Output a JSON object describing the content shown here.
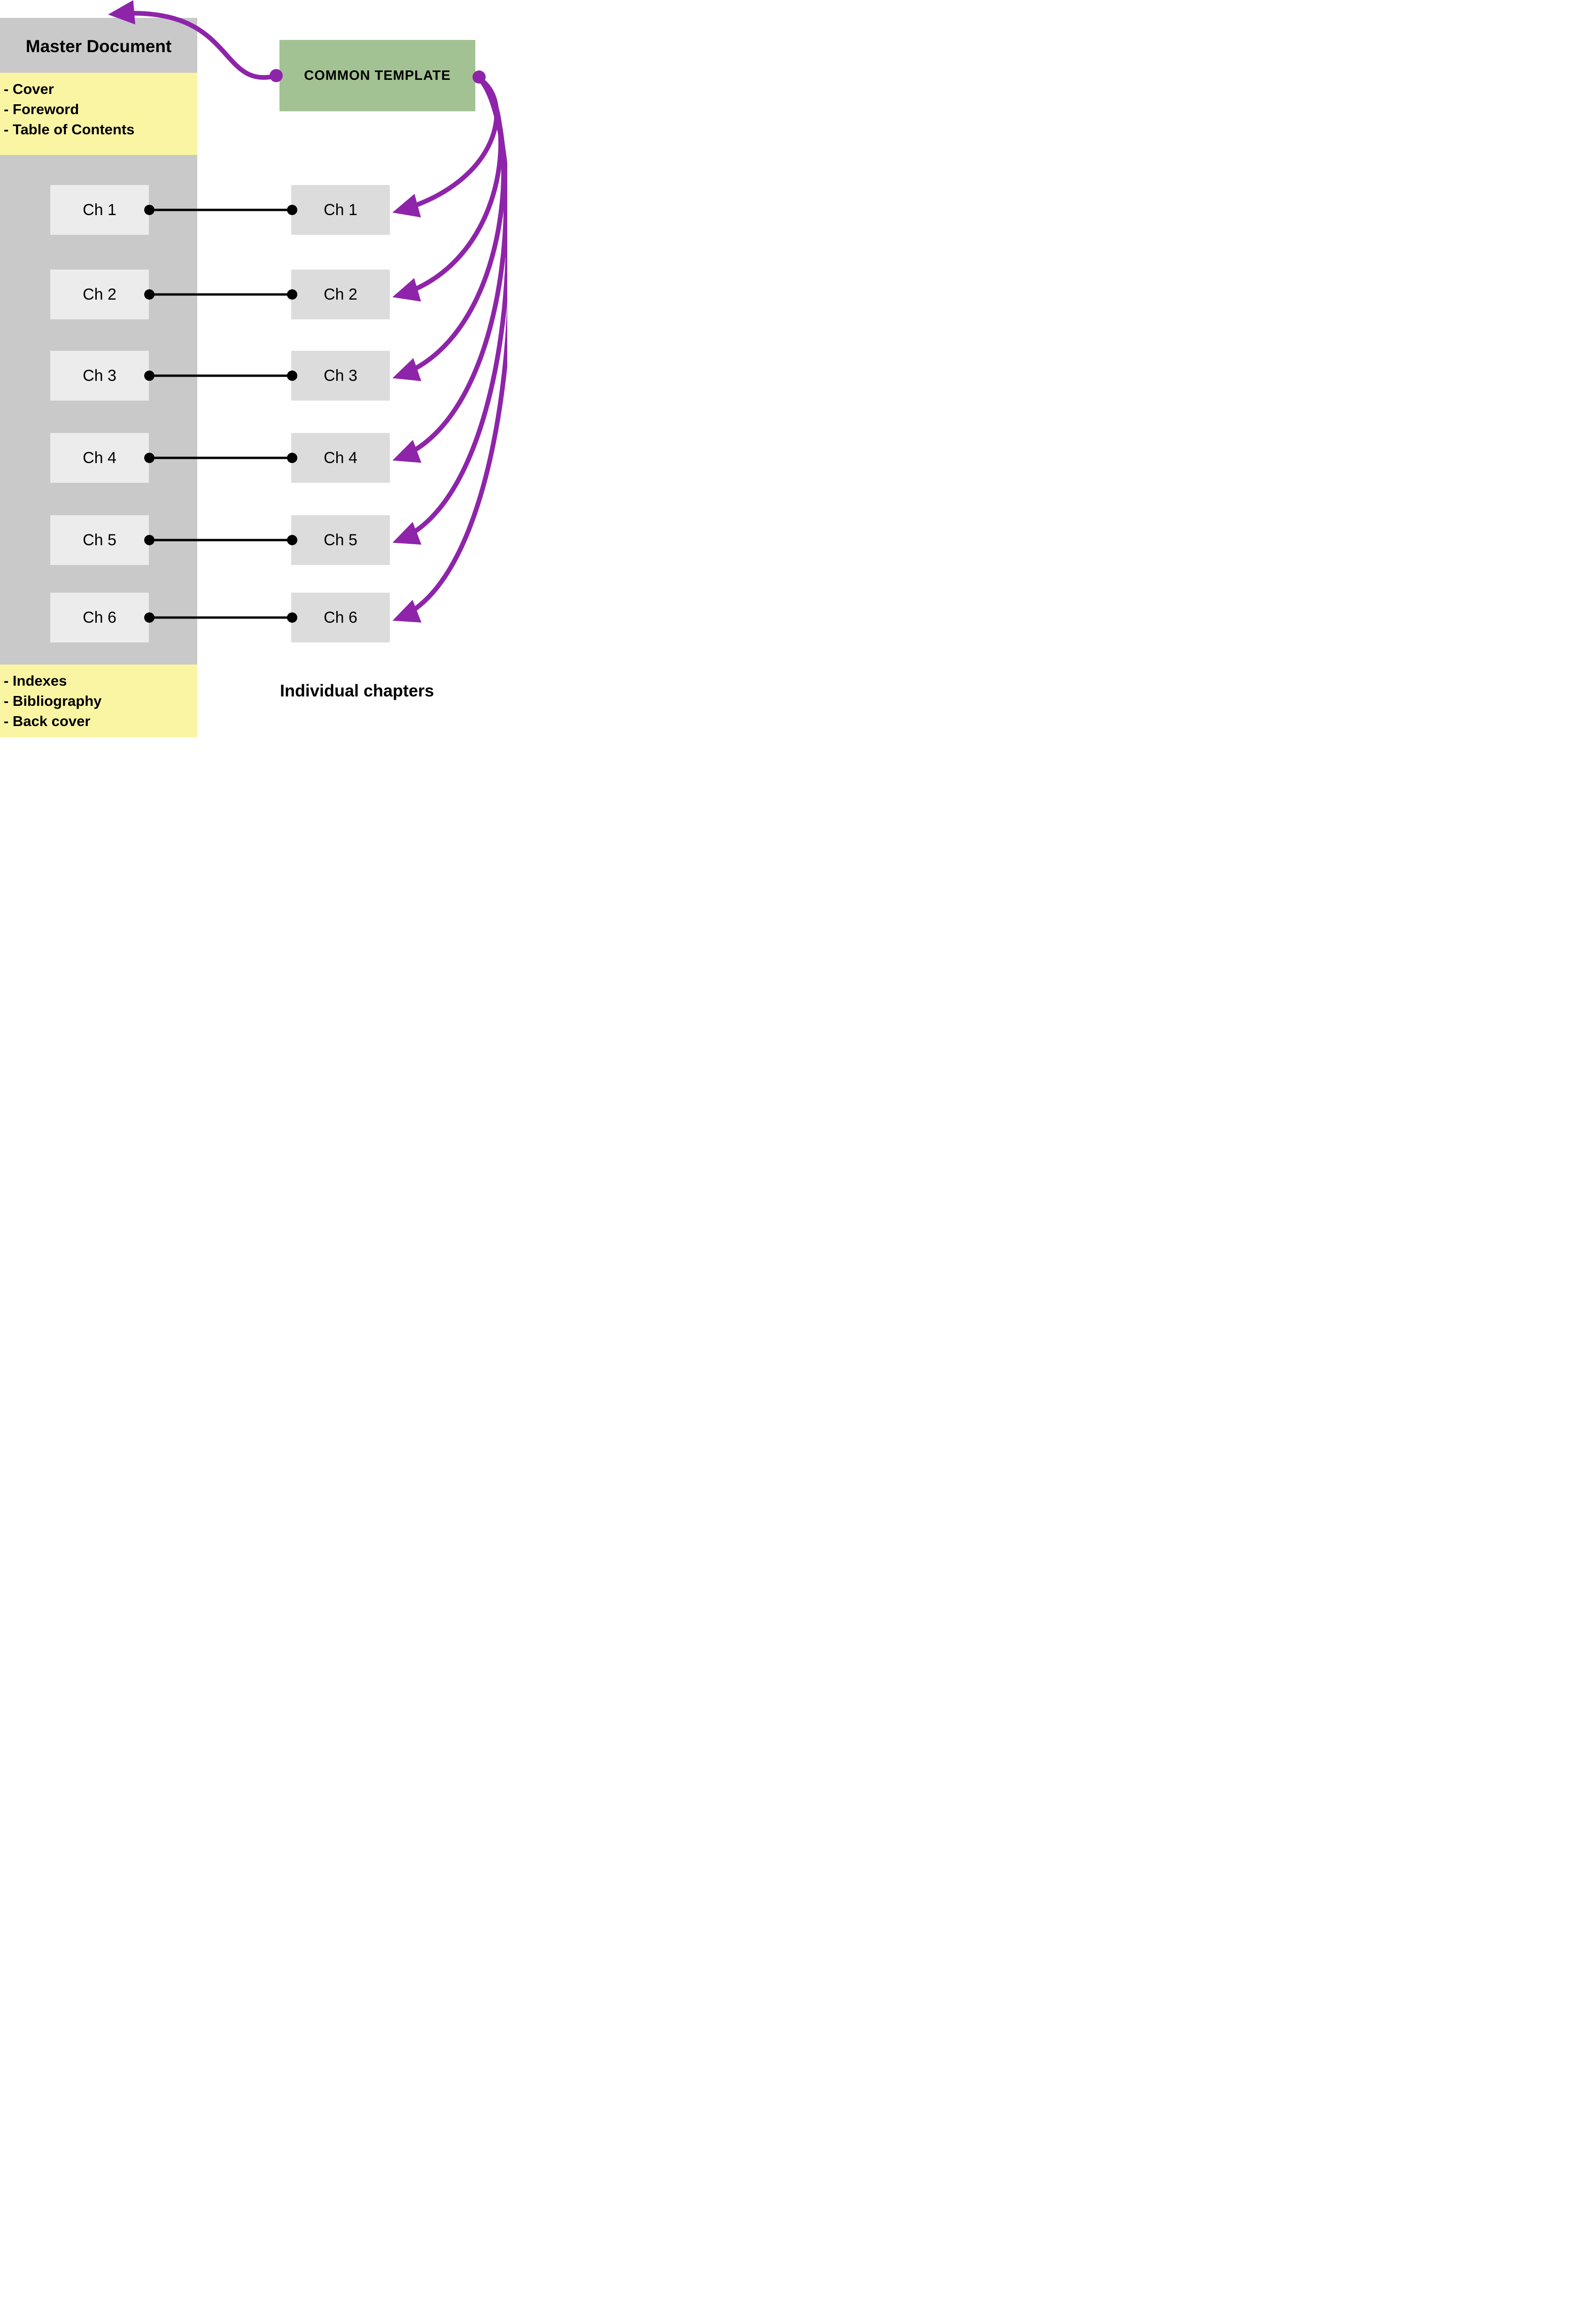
{
  "colors": {
    "column_gray": "#c9c9c9",
    "left_box_gray": "#ececec",
    "right_box_gray": "#dcdcdc",
    "yellow_band": "#faf5a3",
    "green_box": "#a3c293",
    "arrow_purple": "#8e24aa",
    "connector_black": "#000000"
  },
  "master": {
    "title": "Master Document",
    "front_matter": [
      "- Cover",
      "- Foreword",
      "- Table of Contents"
    ],
    "chapters": [
      "Ch 1",
      "Ch 2",
      "Ch 3",
      "Ch 4",
      "Ch 5",
      "Ch 6"
    ],
    "back_matter": [
      "- Indexes",
      "- Bibliography",
      "- Back cover"
    ]
  },
  "common_template": {
    "label": "COMMON TEMPLATE"
  },
  "individual_chapters": {
    "caption": "Individual chapters",
    "chapters": [
      "Ch 1",
      "Ch 2",
      "Ch 3",
      "Ch 4",
      "Ch 5",
      "Ch 6"
    ]
  }
}
